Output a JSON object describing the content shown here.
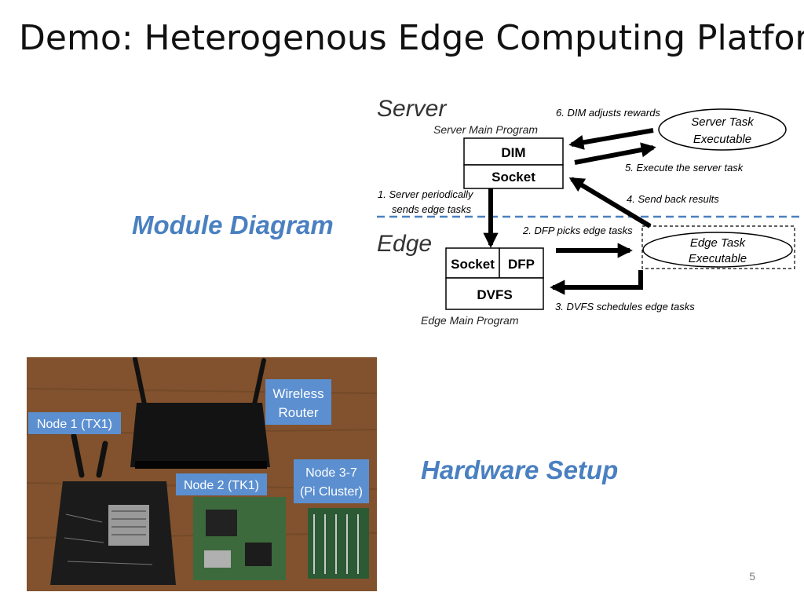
{
  "slide": {
    "title": "Demo: Heterogenous Edge Computing Platform",
    "page_number": "5"
  },
  "captions": {
    "module": "Module Diagram",
    "hardware": "Hardware Setup"
  },
  "diagram": {
    "server_label": "Server",
    "edge_label": "Edge",
    "server_main_program": "Server Main Program",
    "edge_main_program": "Edge Main Program",
    "blocks": {
      "dim": "DIM",
      "server_socket": "Socket",
      "edge_socket": "Socket",
      "dfp": "DFP",
      "dvfs": "DVFS"
    },
    "server_task": [
      "Server Task",
      "Executable"
    ],
    "edge_task": [
      "Edge Task",
      "Executable"
    ],
    "steps": {
      "step1_line1": "1.   Server periodically",
      "step1_line2": "sends edge tasks",
      "step2": "2. DFP picks edge tasks",
      "step3": "3. DVFS schedules edge tasks",
      "step4": "4. Send back results",
      "step5": "5. Execute the server task",
      "step6": "6. DIM adjusts rewards"
    },
    "colors": {
      "divider": "#4a80c0",
      "arrow": "#000000"
    }
  },
  "photo": {
    "labels": {
      "router": [
        "Wireless",
        "Router"
      ],
      "node1": "Node 1 (TX1)",
      "node2": "Node 2 (TK1)",
      "node3": [
        "Node 3-7",
        "(Pi Cluster)"
      ]
    },
    "colors": {
      "label_bg": "#5b8fd0",
      "label_text": "#ffffff",
      "table": "#8a5a32"
    }
  }
}
